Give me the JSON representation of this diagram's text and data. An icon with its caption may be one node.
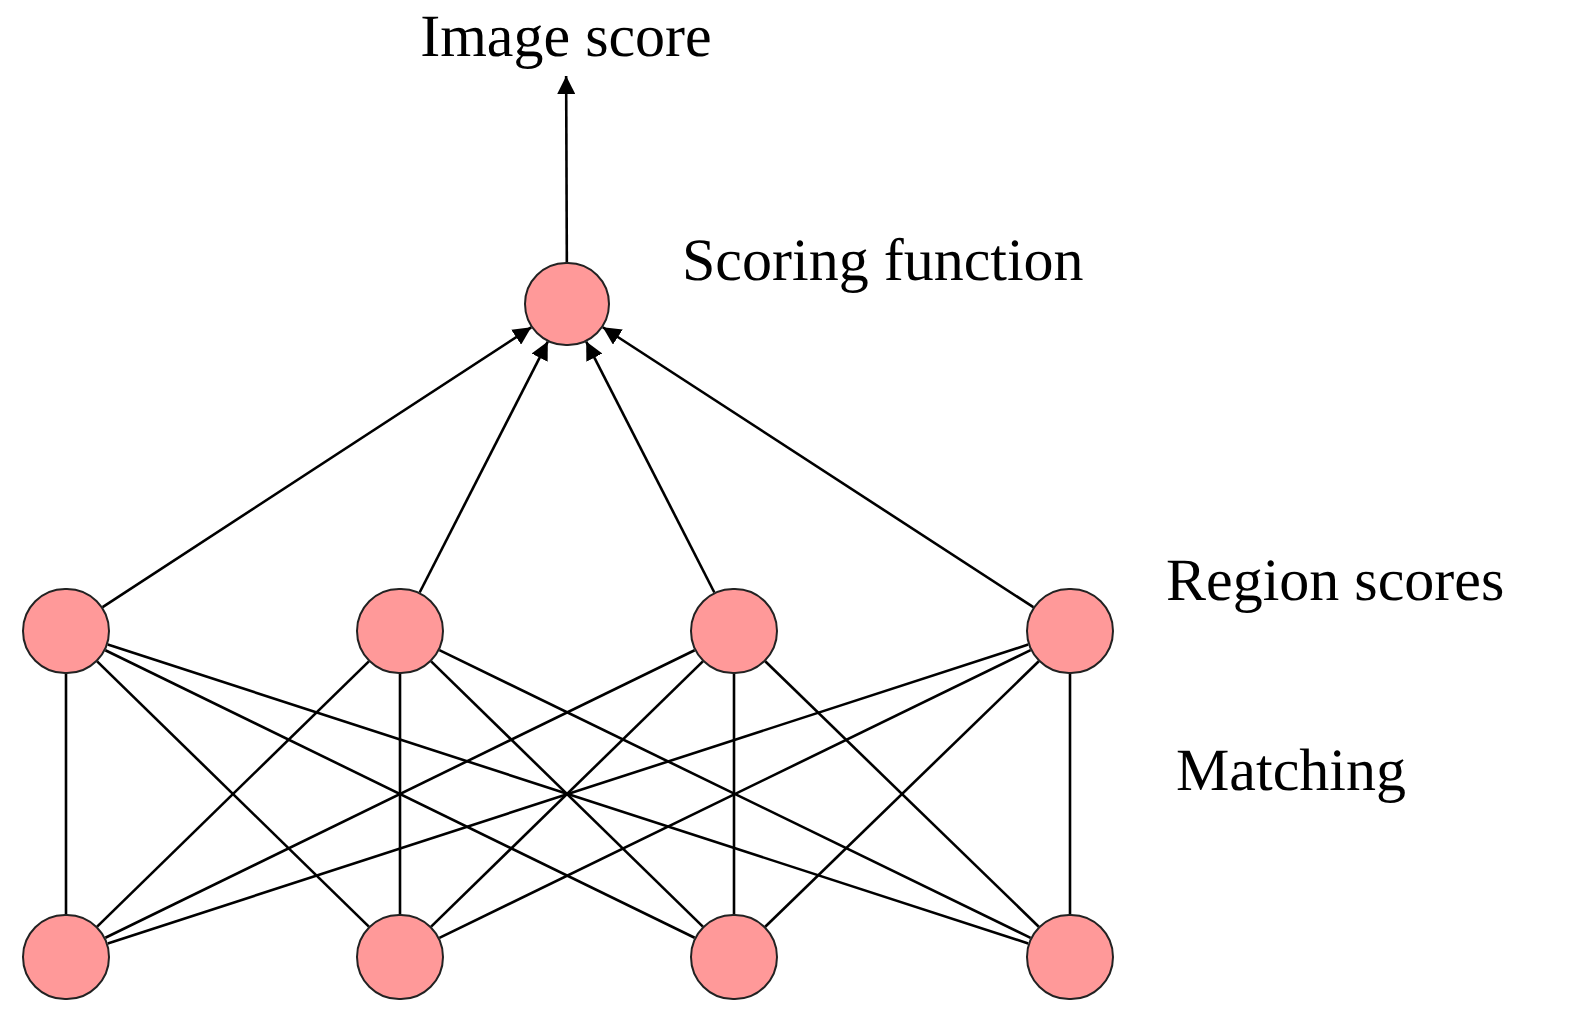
{
  "diagram": {
    "nodes": [
      {
        "text": [
          "Image score"
        ]
      },
      {
        "text": [],
        "shape": "circle",
        "beside": [
          "Scoring function"
        ]
      },
      {
        "text": [],
        "shape": "circle"
      },
      {
        "text": [],
        "shape": "circle"
      },
      {
        "text": [],
        "shape": "circle"
      },
      {
        "text": [],
        "shape": "circle"
      },
      {
        "text": [],
        "shape": "circle"
      },
      {
        "text": [],
        "shape": "circle"
      },
      {
        "text": [],
        "shape": "circle"
      },
      {
        "text": [],
        "shape": "circle"
      }
    ],
    "edges": [
      {
        "from": 1,
        "to": 0,
        "arrow": "to"
      },
      {
        "from": 2,
        "to": 1,
        "arrow": "to"
      },
      {
        "from": 3,
        "to": 1,
        "arrow": "to"
      },
      {
        "from": 4,
        "to": 1,
        "arrow": "to"
      },
      {
        "from": 5,
        "to": 1,
        "arrow": "to"
      },
      {
        "from": 6,
        "to": 2,
        "arrow": "none"
      },
      {
        "from": 6,
        "to": 3,
        "arrow": "none"
      },
      {
        "from": 6,
        "to": 4,
        "arrow": "none"
      },
      {
        "from": 6,
        "to": 5,
        "arrow": "none"
      },
      {
        "from": 7,
        "to": 2,
        "arrow": "none"
      },
      {
        "from": 7,
        "to": 3,
        "arrow": "none"
      },
      {
        "from": 7,
        "to": 4,
        "arrow": "none"
      },
      {
        "from": 7,
        "to": 5,
        "arrow": "none"
      },
      {
        "from": 8,
        "to": 2,
        "arrow": "none"
      },
      {
        "from": 8,
        "to": 3,
        "arrow": "none"
      },
      {
        "from": 8,
        "to": 4,
        "arrow": "none"
      },
      {
        "from": 8,
        "to": 5,
        "arrow": "none"
      },
      {
        "from": 9,
        "to": 2,
        "arrow": "none"
      },
      {
        "from": 9,
        "to": 3,
        "arrow": "none"
      },
      {
        "from": 9,
        "to": 4,
        "arrow": "none"
      },
      {
        "from": 9,
        "to": 5,
        "arrow": "none"
      }
    ],
    "labels": [
      "Region scores",
      "Matching"
    ]
  }
}
